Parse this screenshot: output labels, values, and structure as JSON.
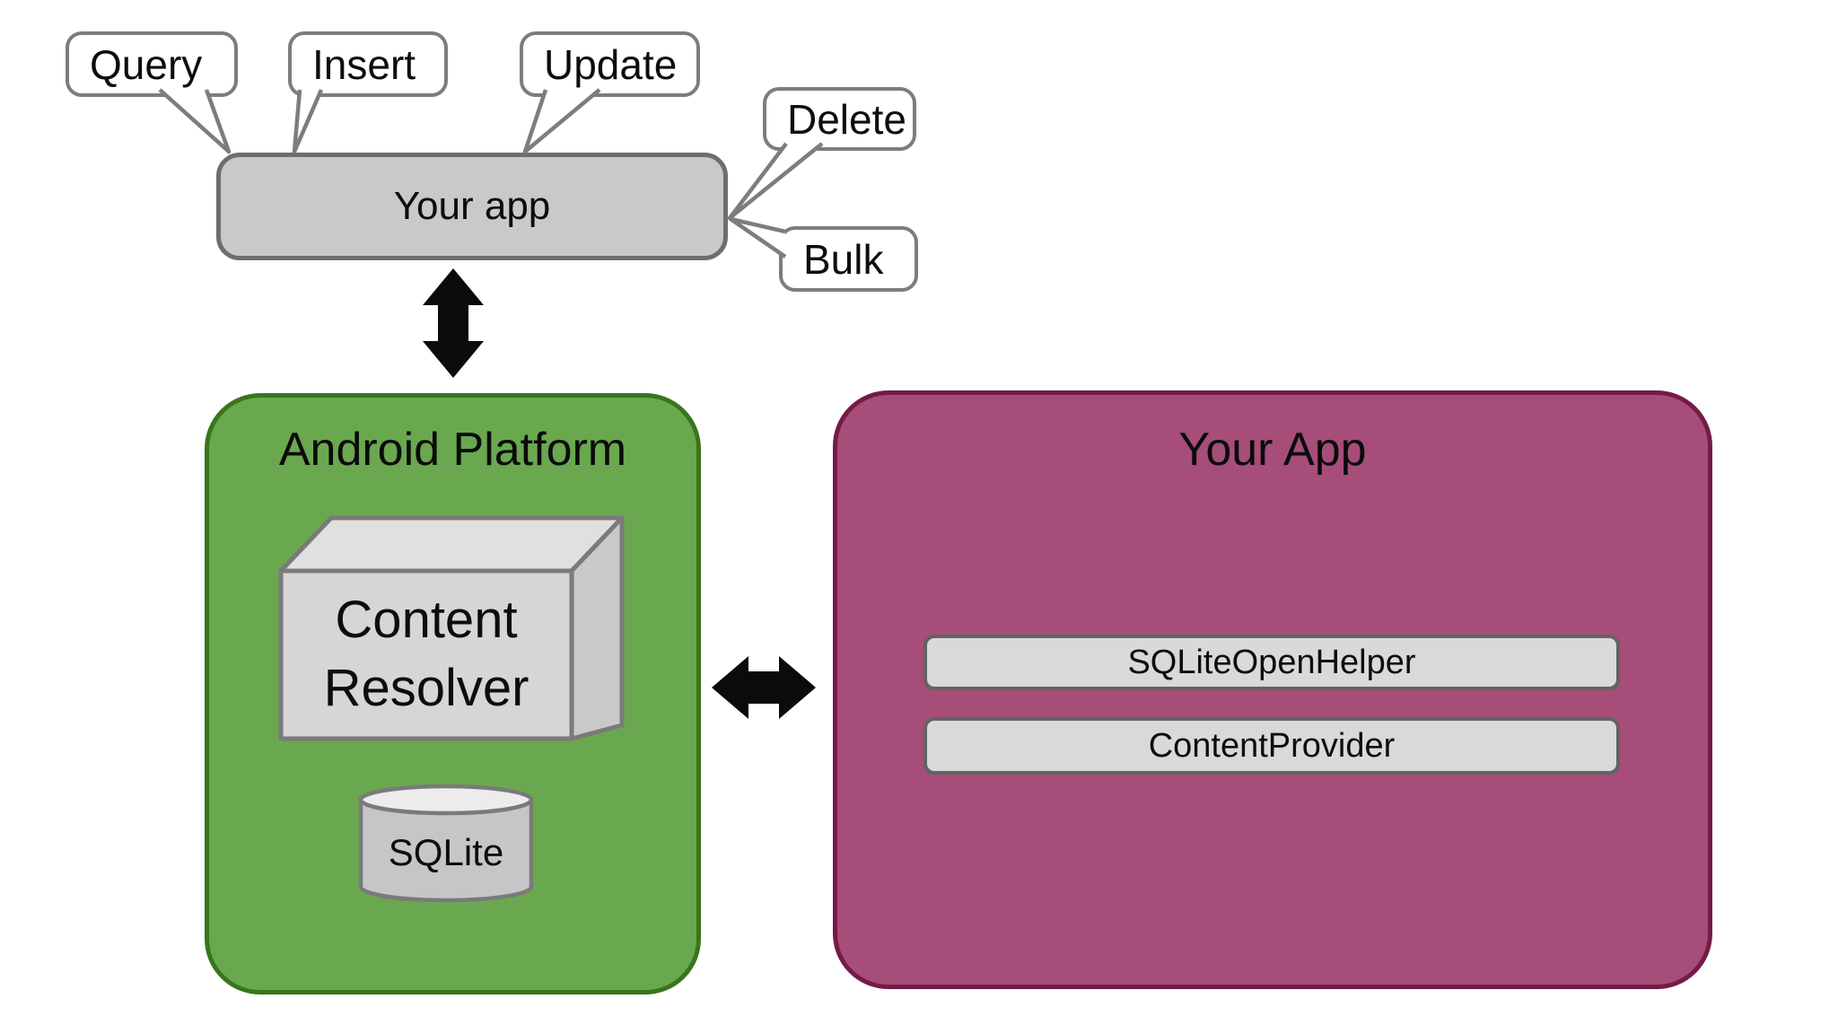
{
  "bubbles": [
    {
      "label": "Query"
    },
    {
      "label": "Insert"
    },
    {
      "label": "Update"
    },
    {
      "label": "Delete"
    },
    {
      "label": "Bulk"
    }
  ],
  "app_box": {
    "label": "Your app"
  },
  "android_platform": {
    "title": "Android Platform",
    "content_resolver": {
      "line1": "Content",
      "line2": "Resolver"
    },
    "sqlite_label": "SQLite"
  },
  "your_app_box": {
    "title": "Your App",
    "layers": [
      {
        "label": "SQLiteOpenHelper"
      },
      {
        "label": "ContentProvider"
      }
    ]
  },
  "colors": {
    "green-fill": "#6aa84f",
    "green-border": "#38761d",
    "purple-fill": "#a64d79",
    "purple-border": "#741b47",
    "gray-fill": "#c9c9c9",
    "gray-border": "#6e6e6e",
    "bar-fill": "#d9d9d9",
    "bar-border": "#636363",
    "bubble-border": "#7d7d7d",
    "arrow-color": "#0b0b0b",
    "box3d-front": "#d6d6d6",
    "box3d-top": "#e0e0e0",
    "box3d-side": "#c9c9c9",
    "cylinder-body": "#c6c6c6",
    "cylinder-top": "#ececec",
    "shape-border": "#7a7a7a"
  }
}
